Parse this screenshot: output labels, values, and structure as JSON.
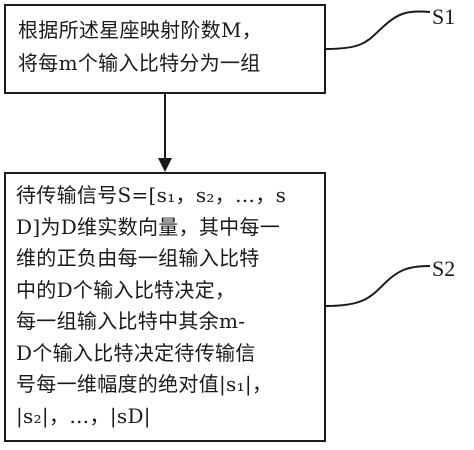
{
  "steps": [
    {
      "label": "S1",
      "lines": [
        "根据所述星座映射阶数M，",
        "将每m个输入比特分为一组"
      ]
    },
    {
      "label": "S2",
      "lines": [
        "待传输信号S=[s₁，s₂，…，s",
        "D]为D维实数向量，其中每一",
        "维的正负由每一组输入比特",
        "中的D个输入比特决定，",
        "每一组输入比特中其余m-",
        "D个输入比特决定待传输信",
        "号每一维幅度的绝对值|s₁|，",
        "|s₂|，…，|sD|"
      ]
    }
  ]
}
